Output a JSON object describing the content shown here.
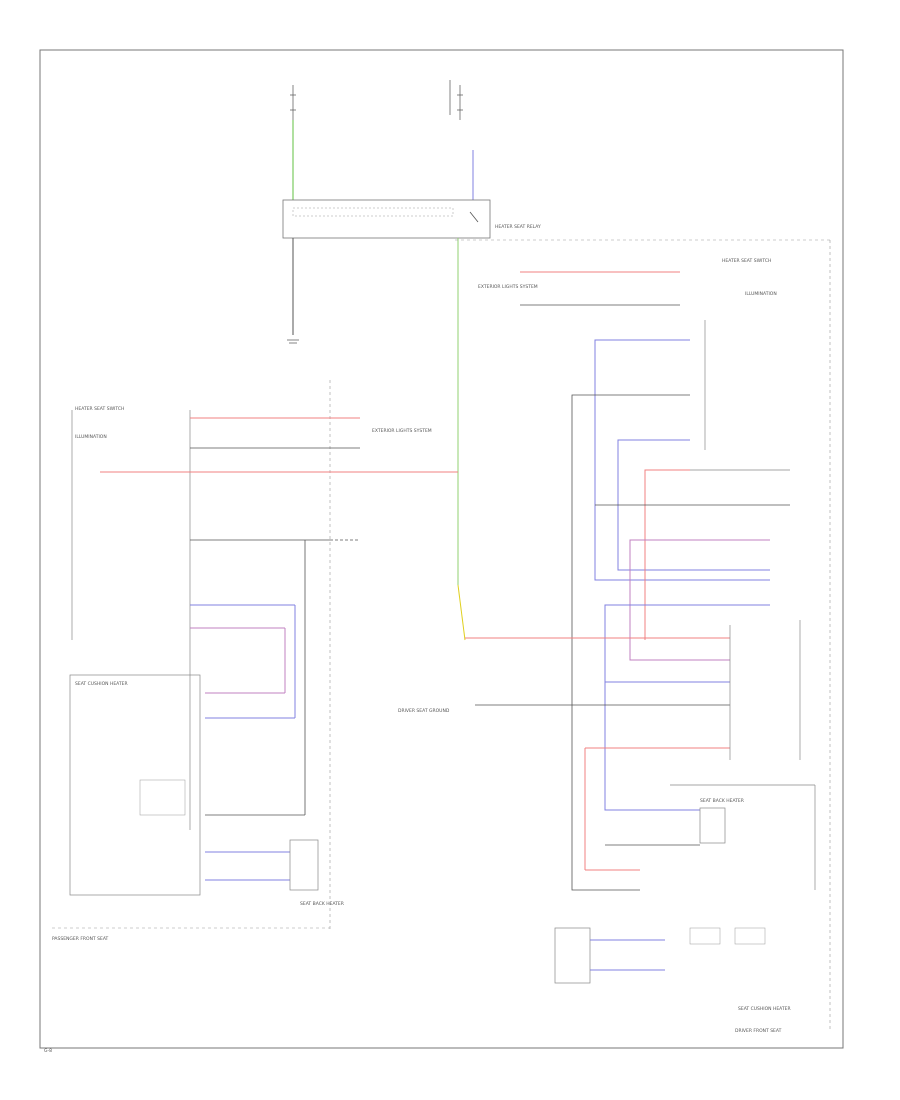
{
  "labels": {
    "passenger_front_seat": "PASSENGER FRONT SEAT",
    "driver_front_seat": "DRIVER FRONT SEAT",
    "seat_cushion_heater_left": "SEAT CUSHION HEATER",
    "seat_cushion_heater_right": "SEAT CUSHION HEATER",
    "heater_seat_switch_left": "HEATER SEAT SWITCH",
    "heater_seat_switch_right": "HEATER SEAT SWITCH",
    "illumination_left": "ILLUMINATION",
    "illumination_right": "ILLUMINATION",
    "seat_back_heater_left": "SEAT BACK HEATER",
    "seat_back_heater_right": "SEAT BACK HEATER",
    "heater_seat_relay": "HEATER SEAT RELAY",
    "exterior_lights_left": "EXTERIOR LIGHTS SYSTEM",
    "exterior_lights_right": "EXTERIOR LIGHTS SYSTEM",
    "driver_seat_ground": "DRIVER SEAT GROUND",
    "figure_ref": "G-8"
  },
  "wire_colors": {
    "red": "#e84040",
    "green": "#60c040",
    "blue": "#4040d8",
    "purple": "#c040c0",
    "yellow": "#e0d020",
    "black": "#303030",
    "pink": "#f07070"
  }
}
